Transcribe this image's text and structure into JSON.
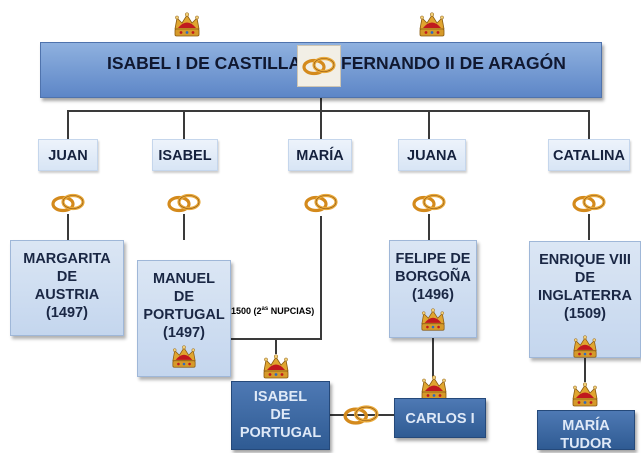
{
  "parents": {
    "left": "ISABEL I DE CASTILLA",
    "right": "FERNANDO II DE ARAGÓN"
  },
  "children": [
    {
      "name": "JUAN"
    },
    {
      "name": "ISABEL"
    },
    {
      "name": "MARÍA"
    },
    {
      "name": "JUANA"
    },
    {
      "name": "CATALINA"
    }
  ],
  "spouses": {
    "juan": [
      "MARGARITA",
      "DE",
      "AUSTRIA",
      "(1497)"
    ],
    "isabel": [
      "MANUEL",
      "DE",
      "PORTUGAL",
      "(1497)"
    ],
    "juana": [
      "FELIPE DE",
      "BORGOÑA",
      "(1496)"
    ],
    "catalina": [
      "ENRIQUE VIII",
      "DE",
      "INGLATERRA",
      "(1509)"
    ]
  },
  "note": {
    "prefix": "1500 (2",
    "superscript": "as",
    "suffix": " NUPCIAS)"
  },
  "grandchildren": {
    "isabel_de_portugal": [
      "ISABEL",
      "DE",
      "PORTUGAL"
    ],
    "carlos": "CARLOS I",
    "maria_tudor": [
      "MARÍA",
      "TUDOR"
    ]
  },
  "colors": {
    "parents_bar": "#6f96d2",
    "child_label": "#e3ecf8",
    "spouse_box": "#cfdcf0",
    "grandchild_box": "#3f6aa3",
    "line": "#3a3a3a",
    "ring_gold": "#d48a1c",
    "crown_red": "#c0191e",
    "crown_gold": "#e0a530"
  },
  "icons": [
    "crown-icon",
    "wedding-rings-icon"
  ]
}
